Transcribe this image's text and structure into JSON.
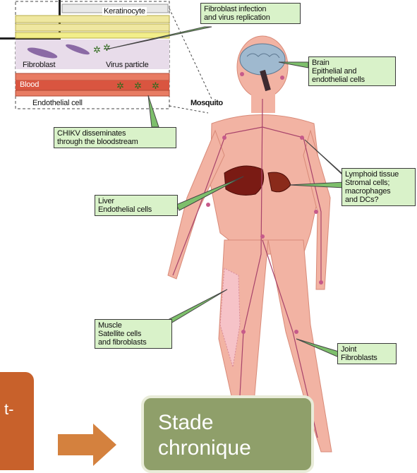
{
  "skin_panel": {
    "keratinocyte": "Keratinocyte",
    "fibroblast": "Fibroblast",
    "virus_particle": "Virus particle",
    "blood": "Blood",
    "endothelial_cell": "Endothelial cell"
  },
  "mosquito_label": "Mosquito",
  "callouts": {
    "fibroblast_infection": "Fibroblast infection\nand virus replication",
    "brain": "Brain\nEpithelial and\nendothelial cells",
    "chikv": "CHIKV disseminates\nthrough the bloodstream",
    "lymphoid": "Lymphoid tissue\nStromal cells;\nmacrophages\nand DCs?",
    "liver": "Liver\nEndothelial cells",
    "muscle": "Muscle\nSatellite cells\nand fibroblasts",
    "joint": "Joint\nFibroblasts"
  },
  "orange_box_text": "t-",
  "stade_box": {
    "line1": "Stade",
    "line2": "chronique"
  },
  "colors": {
    "skin_fill": "#f2b3a3",
    "callout_fill": "#d9f2c9",
    "arrow": "#d4813e",
    "stade_fill": "#8f9f6a",
    "orange_box": "#c8612b"
  }
}
